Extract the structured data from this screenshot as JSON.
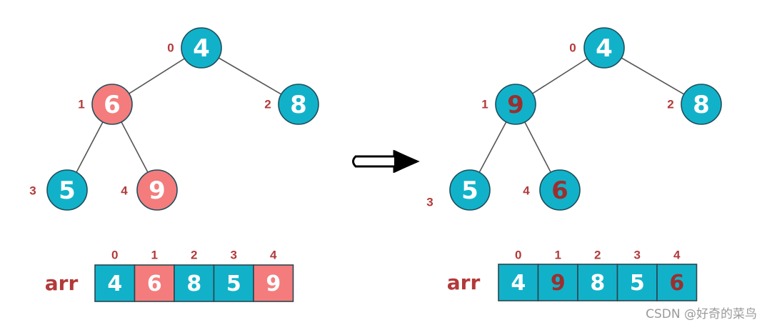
{
  "colors": {
    "teal": "#11b2c9",
    "pink": "#f47c7c",
    "white_text": "#ffffff",
    "red_text": "#9b2f2f",
    "index_red": "#b23a3a"
  },
  "left": {
    "nodes": [
      {
        "index": "0",
        "value": "4",
        "fill": "teal",
        "text": "white"
      },
      {
        "index": "1",
        "value": "6",
        "fill": "pink",
        "text": "white"
      },
      {
        "index": "2",
        "value": "8",
        "fill": "teal",
        "text": "white"
      },
      {
        "index": "3",
        "value": "5",
        "fill": "teal",
        "text": "white"
      },
      {
        "index": "4",
        "value": "9",
        "fill": "pink",
        "text": "white"
      }
    ],
    "array": {
      "label": "arr",
      "indices": [
        "0",
        "1",
        "2",
        "3",
        "4"
      ],
      "cells": [
        {
          "value": "4",
          "fill": "teal",
          "text": "white"
        },
        {
          "value": "6",
          "fill": "pink",
          "text": "white"
        },
        {
          "value": "8",
          "fill": "teal",
          "text": "white"
        },
        {
          "value": "5",
          "fill": "teal",
          "text": "white"
        },
        {
          "value": "9",
          "fill": "pink",
          "text": "white"
        }
      ]
    }
  },
  "right": {
    "nodes": [
      {
        "index": "0",
        "value": "4",
        "fill": "teal",
        "text": "white"
      },
      {
        "index": "1",
        "value": "9",
        "fill": "teal",
        "text": "red"
      },
      {
        "index": "2",
        "value": "8",
        "fill": "teal",
        "text": "white"
      },
      {
        "index": "3",
        "value": "5",
        "fill": "teal",
        "text": "white"
      },
      {
        "index": "4",
        "value": "6",
        "fill": "teal",
        "text": "red"
      }
    ],
    "array": {
      "label": "arr",
      "indices": [
        "0",
        "1",
        "2",
        "3",
        "4"
      ],
      "cells": [
        {
          "value": "4",
          "fill": "teal",
          "text": "white"
        },
        {
          "value": "9",
          "fill": "teal",
          "text": "red"
        },
        {
          "value": "8",
          "fill": "teal",
          "text": "white"
        },
        {
          "value": "5",
          "fill": "teal",
          "text": "white"
        },
        {
          "value": "6",
          "fill": "teal",
          "text": "red"
        }
      ]
    }
  },
  "arrow": "right-arrow-icon",
  "watermark": "CSDN @好奇的菜鸟"
}
